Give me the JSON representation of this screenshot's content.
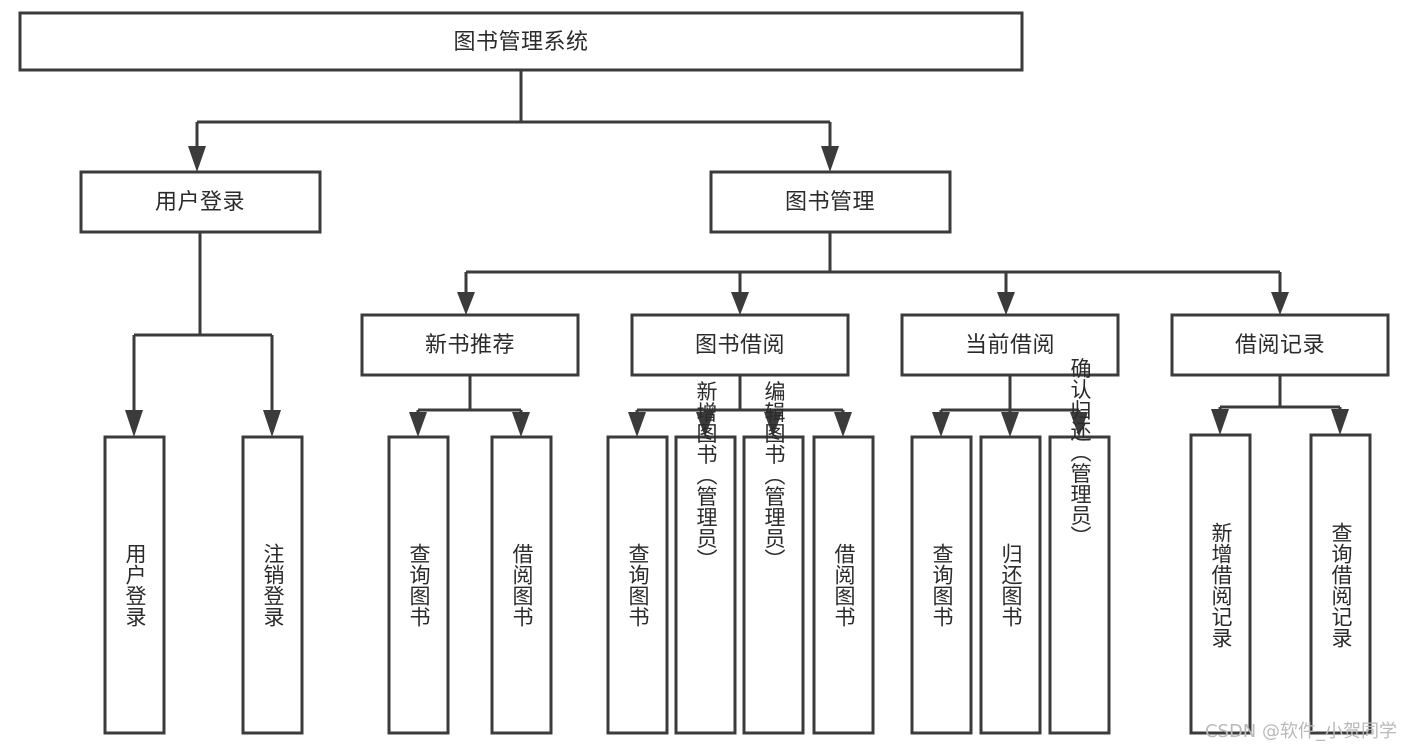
{
  "diagram": {
    "title": "图书管理系统",
    "type": "tree",
    "watermark": "CSDN @软件_小贺同学",
    "colors": {
      "stroke": "#3b3b3b",
      "box_fill": "#ffffff",
      "text": "#2b2b2b",
      "background": "#ffffff",
      "watermark": "#b9b9b9"
    },
    "nodes": {
      "root": {
        "label": "图书管理系统",
        "orientation": "horizontal",
        "level": 0
      },
      "l1": [
        {
          "id": "user-login",
          "label": "用户登录",
          "orientation": "horizontal",
          "level": 1
        },
        {
          "id": "book-manage",
          "label": "图书管理",
          "orientation": "horizontal",
          "level": 1
        }
      ],
      "l2": [
        {
          "id": "new-book-rec",
          "label": "新书推荐",
          "orientation": "horizontal",
          "level": 2,
          "parent": "book-manage"
        },
        {
          "id": "book-borrow",
          "label": "图书借阅",
          "orientation": "horizontal",
          "level": 2,
          "parent": "book-manage"
        },
        {
          "id": "current-borrow",
          "label": "当前借阅",
          "orientation": "horizontal",
          "level": 2,
          "parent": "book-manage"
        },
        {
          "id": "borrow-record",
          "label": "借阅记录",
          "orientation": "horizontal",
          "level": 2,
          "parent": "book-manage"
        }
      ],
      "leaves": [
        {
          "id": "leaf-user-login",
          "label": "用户登录",
          "orientation": "vertical",
          "parent": "user-login"
        },
        {
          "id": "leaf-logout",
          "label": "注销登录",
          "orientation": "vertical",
          "parent": "user-login"
        },
        {
          "id": "leaf-query-book-1",
          "label": "查询图书",
          "orientation": "vertical",
          "parent": "new-book-rec"
        },
        {
          "id": "leaf-borrow-book-1",
          "label": "借阅图书",
          "orientation": "vertical",
          "parent": "new-book-rec"
        },
        {
          "id": "leaf-query-book-2",
          "label": "查询图书",
          "orientation": "vertical",
          "parent": "book-borrow"
        },
        {
          "id": "leaf-add-book",
          "label": "新增图书（管理员）",
          "orientation": "vertical",
          "parent": "book-borrow"
        },
        {
          "id": "leaf-edit-book",
          "label": "编辑图书（管理员）",
          "orientation": "vertical",
          "parent": "book-borrow"
        },
        {
          "id": "leaf-borrow-book-2",
          "label": "借阅图书",
          "orientation": "vertical",
          "parent": "book-borrow"
        },
        {
          "id": "leaf-query-book-3",
          "label": "查询图书",
          "orientation": "vertical",
          "parent": "current-borrow"
        },
        {
          "id": "leaf-return-book",
          "label": "归还图书",
          "orientation": "vertical",
          "parent": "current-borrow"
        },
        {
          "id": "leaf-confirm-return",
          "label": "确认归还（管理员）",
          "orientation": "vertical",
          "parent": "current-borrow"
        },
        {
          "id": "leaf-add-record",
          "label": "新增借阅记录",
          "orientation": "vertical",
          "parent": "borrow-record"
        },
        {
          "id": "leaf-query-record",
          "label": "查询借阅记录",
          "orientation": "vertical",
          "parent": "borrow-record"
        }
      ]
    }
  }
}
